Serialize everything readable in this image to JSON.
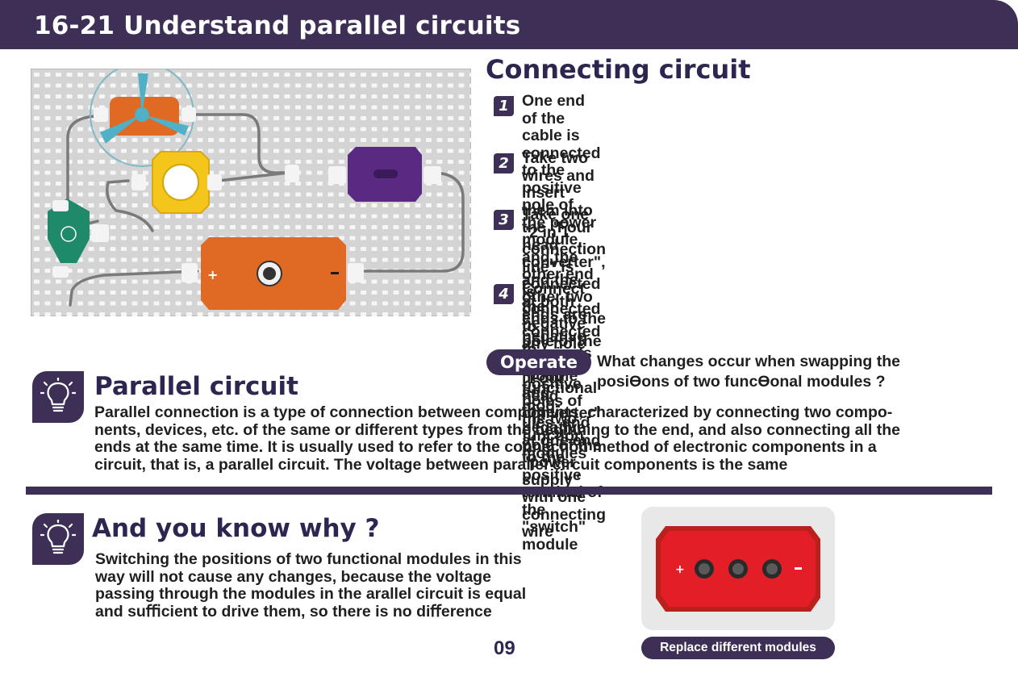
{
  "header": {
    "title": "16-21 Understand parallel circuits"
  },
  "connecting": {
    "title": "Connecting circuit",
    "steps": [
      {
        "number": "1",
        "lines": [
          "One end of the cable is connected to the positive pole of",
          "the power module, and the other end is connected to",
          "any hole of the \"Four head converter\""
        ]
      },
      {
        "number": "2",
        "lines": [
          "Take two wires and insert them into the \"Four head",
          "converter\", and the other two ends are connected to",
          "the positive poles of the two function modules"
        ]
      },
      {
        "number": "3",
        "lines": [
          "Take one \"2 in 1 connection line\" is connected at both",
          "ends to the negative terminals of two functional mod-",
          "ules, and at one end to the positive terminal of the",
          "\"switch\" module"
        ]
      },
      {
        "number": "4",
        "lines": [
          "Connect the negative pole of the \"switch\" module and",
          "the negative pole of the \"power supply\" with one",
          "connecting wire"
        ]
      }
    ]
  },
  "operate": {
    "label": "Operate",
    "lines": [
      "What changes occur when swapping the",
      "posiƟons of two funcƟonal modules ?"
    ]
  },
  "parallel": {
    "title": "Parallel circuit",
    "lines": [
      "Parallel connection is a type of connection between components, characterized by connecting two compo-",
      "nents, devices, etc. of the same or different types from the beginning to the end, and also connecting all the",
      "ends at the same time. It is usually used to refer to the connection method of electronic components in a",
      "circuit, that is, a parallel circuit. The voltage between parallel circuit components is the same"
    ]
  },
  "know": {
    "title": "And you know why ?",
    "lines": [
      "Switching the positions of two functional modules in this",
      "way will not cause any changes, because the voltage",
      "passing  through the modules in the arallel circuit is equal",
      "and suﬃcient to drive them, so there is no diﬀerence"
    ]
  },
  "photo": {
    "caption": "Replace different modules"
  },
  "page_number": "09",
  "colors": {
    "brand": "#3d2f56",
    "battery": "#e06a24",
    "motor": "#f4c51a",
    "switch": "#5a2a83",
    "led": "#1f8a6a",
    "fan": "#4fb0c6",
    "replace_module": "#e41e26"
  }
}
